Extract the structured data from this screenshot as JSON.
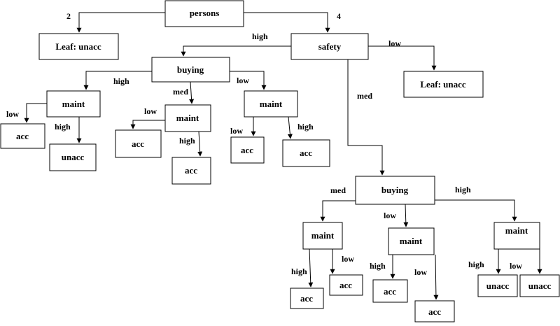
{
  "tree": {
    "nodes": [
      {
        "id": "n-persons",
        "label": "persons"
      },
      {
        "id": "n-leaf-unacc-top",
        "label": "Leaf: unacc"
      },
      {
        "id": "n-safety",
        "label": "safety"
      },
      {
        "id": "n-leaf-unacc-right",
        "label": "Leaf: unacc"
      },
      {
        "id": "n-buying-1",
        "label": "buying"
      },
      {
        "id": "n-maint-a",
        "label": "maint"
      },
      {
        "id": "n-acc-a1",
        "label": "acc"
      },
      {
        "id": "n-unacc-a2",
        "label": "unacc"
      },
      {
        "id": "n-maint-b",
        "label": "maint"
      },
      {
        "id": "n-acc-b1",
        "label": "acc"
      },
      {
        "id": "n-acc-b2",
        "label": "acc"
      },
      {
        "id": "n-maint-c",
        "label": "maint"
      },
      {
        "id": "n-acc-c1",
        "label": "acc"
      },
      {
        "id": "n-acc-c2",
        "label": "acc"
      },
      {
        "id": "n-buying-2",
        "label": "buying"
      },
      {
        "id": "n-maint-d",
        "label": "maint"
      },
      {
        "id": "n-acc-d1",
        "label": "acc"
      },
      {
        "id": "n-acc-d2",
        "label": "acc"
      },
      {
        "id": "n-maint-e",
        "label": "maint"
      },
      {
        "id": "n-acc-e1",
        "label": "acc"
      },
      {
        "id": "n-acc-e2",
        "label": "acc"
      },
      {
        "id": "n-maint-f",
        "label": "maint"
      },
      {
        "id": "n-unacc-f1",
        "label": "unacc"
      },
      {
        "id": "n-unacc-f2",
        "label": "unacc"
      }
    ],
    "edges": [
      {
        "id": "e-persons-2",
        "label": "2"
      },
      {
        "id": "e-persons-4",
        "label": "4"
      },
      {
        "id": "e-safety-high",
        "label": "high"
      },
      {
        "id": "e-safety-low",
        "label": "low"
      },
      {
        "id": "e-safety-med",
        "label": "med"
      },
      {
        "id": "e-buying1-high",
        "label": "high"
      },
      {
        "id": "e-buying1-med",
        "label": "med"
      },
      {
        "id": "e-buying1-low",
        "label": "low"
      },
      {
        "id": "e-maintA-low",
        "label": "low"
      },
      {
        "id": "e-maintA-high",
        "label": "high"
      },
      {
        "id": "e-maintB-low",
        "label": "low"
      },
      {
        "id": "e-maintB-high",
        "label": "high"
      },
      {
        "id": "e-maintC-low",
        "label": "low"
      },
      {
        "id": "e-maintC-high",
        "label": "high"
      },
      {
        "id": "e-buying2-med",
        "label": "med"
      },
      {
        "id": "e-buying2-low",
        "label": "low"
      },
      {
        "id": "e-buying2-high",
        "label": "high"
      },
      {
        "id": "e-maintD-high",
        "label": "high"
      },
      {
        "id": "e-maintD-low",
        "label": "low"
      },
      {
        "id": "e-maintE-high",
        "label": "high"
      },
      {
        "id": "e-maintE-low",
        "label": "low"
      },
      {
        "id": "e-maintF-high",
        "label": "high"
      },
      {
        "id": "e-maintF-low",
        "label": "low"
      }
    ]
  }
}
